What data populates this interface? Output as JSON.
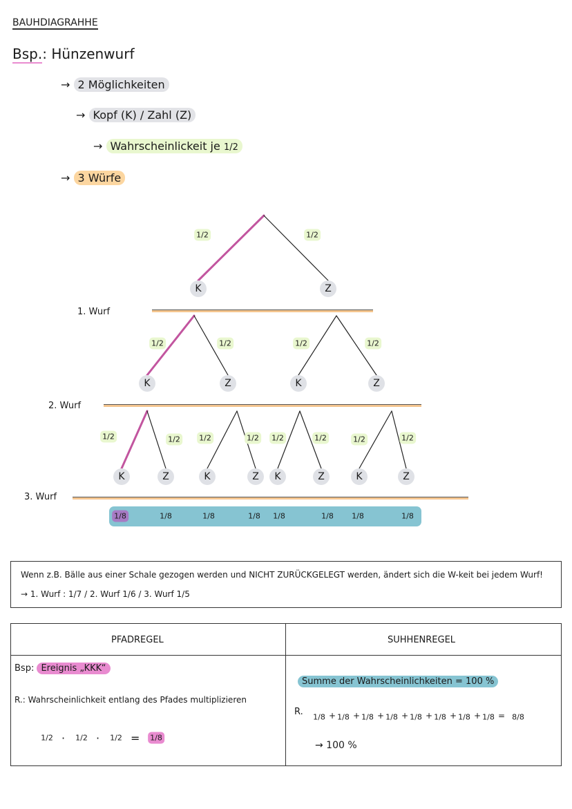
{
  "title": "BAUHDIAGRAHHE",
  "example": {
    "prefix": "Bsp.",
    "colon": ":",
    "text": "Hünzenwurf"
  },
  "bullets": [
    {
      "arrow": "→",
      "text": "2 Möglichkeiten"
    },
    {
      "arrow": "→",
      "text": "Kopf (K) / Zahl (Z)"
    },
    {
      "arrow": "→",
      "text": "Wahrscheinlickeit je",
      "fraction": "1/2"
    },
    {
      "arrow": "→",
      "text": "3 Würfe"
    }
  ],
  "tree": {
    "level_labels": [
      "1. Wurf",
      "2. Wurf",
      "3. Wurf"
    ],
    "level1": {
      "nodes": [
        "K",
        "Z"
      ],
      "probs": [
        "1/2",
        "1/2"
      ]
    },
    "level2": {
      "nodes": [
        "K",
        "Z",
        "K",
        "Z"
      ],
      "probs": [
        "1/2",
        "1/2",
        "1/2",
        "1/2"
      ]
    },
    "level3": {
      "nodes": [
        "K",
        "Z",
        "K",
        "Z",
        "K",
        "Z",
        "K",
        "Z"
      ],
      "probs": [
        "1/2",
        "1/2",
        "1/2",
        "1/2",
        "1/2",
        "1/2",
        "1/2",
        "1/2"
      ]
    },
    "outcomes": [
      "1/8",
      "1/8",
      "1/8",
      "1/8",
      "1/8",
      "1/8",
      "1/8",
      "1/8"
    ],
    "colors": {
      "path": "#c2559f",
      "line": "#f4c58f",
      "outcomes": "#86c4d2",
      "highlight_outcome": "#a77bc4"
    }
  },
  "note": {
    "line1": "Wenn z.B. Bälle aus einer Schale gezogen werden und NICHT ZURÜCKGELEGT werden, ändert sich die W-keit bei jedem Wurf!",
    "line2": "→ 1. Wurf : 1/7  / 2. Wurf 1/6  / 3. Wurf 1/5"
  },
  "table": {
    "left": {
      "header": "PFADREGEL",
      "example_prefix": "Bsp:",
      "example": "Ereignis „KKK“",
      "rule": "R.: Wahrscheinlichkeit entlang des Pfades multiplizieren",
      "calc": [
        "1/2",
        "·",
        "1/2",
        "·",
        "1/2",
        "="
      ],
      "result": "1/8"
    },
    "right": {
      "header": "SUHHENREGEL",
      "statement": "Summe der Wahrscheinlichkeiten = 100 %",
      "rule_prefix": "R.",
      "terms": [
        "1/8",
        "+",
        "1/8",
        "+",
        "1/8",
        "+",
        "1/8",
        "+",
        "1/8",
        "+",
        "1/8",
        "+",
        "1/8",
        "+",
        "1/8",
        "="
      ],
      "result": "8/8",
      "conclusion": "→ 100 %"
    }
  }
}
